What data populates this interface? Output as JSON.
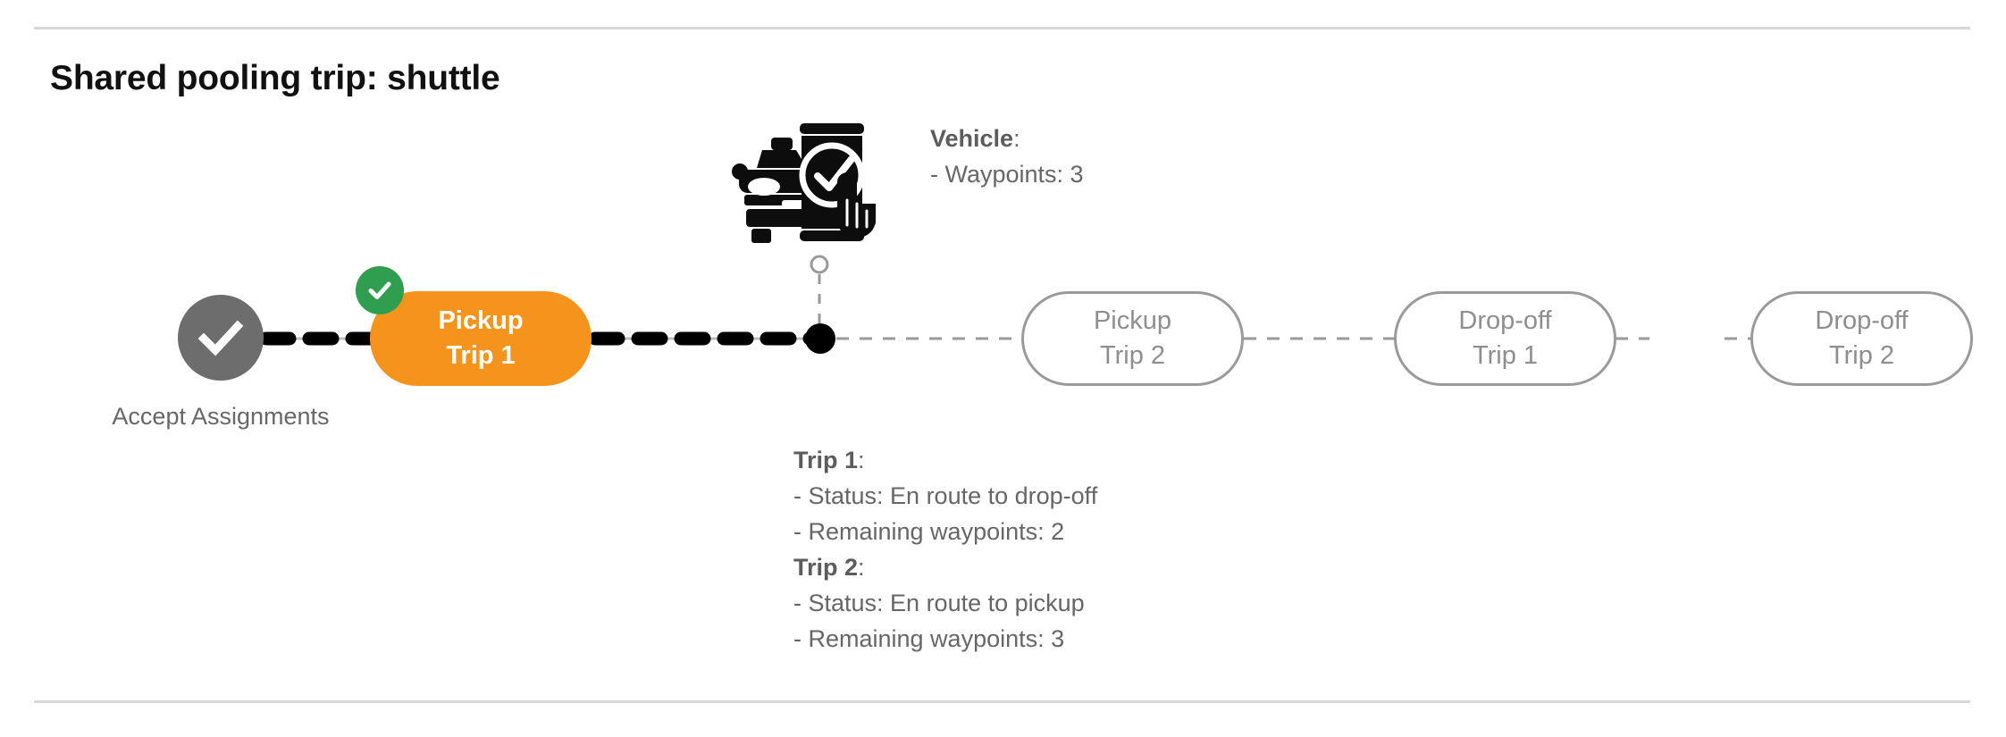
{
  "page": {
    "title": "Shared pooling trip: shuttle",
    "accent_orange": "#f5941d",
    "accent_green": "#2f9e4f",
    "node_gray": "#6d6d6d",
    "idle_gray": "#9a9a9a",
    "text_gray": "#666666"
  },
  "flow": {
    "start_node": {
      "icon": "check-circle-icon",
      "label_line1": "Accept",
      "label_line2": "Assignments"
    },
    "steps": [
      {
        "id": "pickup-trip-1",
        "line1": "Pickup",
        "line2": "Trip 1",
        "state": "active",
        "badge": "check-badge-icon"
      },
      {
        "id": "pickup-trip-2",
        "line1": "Pickup",
        "line2": "Trip 2",
        "state": "idle"
      },
      {
        "id": "dropoff-trip-1",
        "line1": "Drop-off",
        "line2": "Trip 1",
        "state": "idle"
      },
      {
        "id": "dropoff-trip-2",
        "line1": "Drop-off",
        "line2": "Trip 2",
        "state": "idle"
      }
    ]
  },
  "vehicle": {
    "icon": "car-phone-check-icon",
    "heading": "Vehicle",
    "heading_suffix": ":",
    "waypoints_line": "- Waypoints: 3"
  },
  "trips": {
    "trip1": {
      "heading": "Trip 1",
      "heading_suffix": ":",
      "status_line": "- Status:  En route to drop-off",
      "waypoints_line": "- Remaining waypoints: 2"
    },
    "trip2": {
      "heading": "Trip 2",
      "heading_suffix": ":",
      "status_line": "- Status:  En route to pickup",
      "waypoints_line": "- Remaining waypoints: 3"
    }
  }
}
